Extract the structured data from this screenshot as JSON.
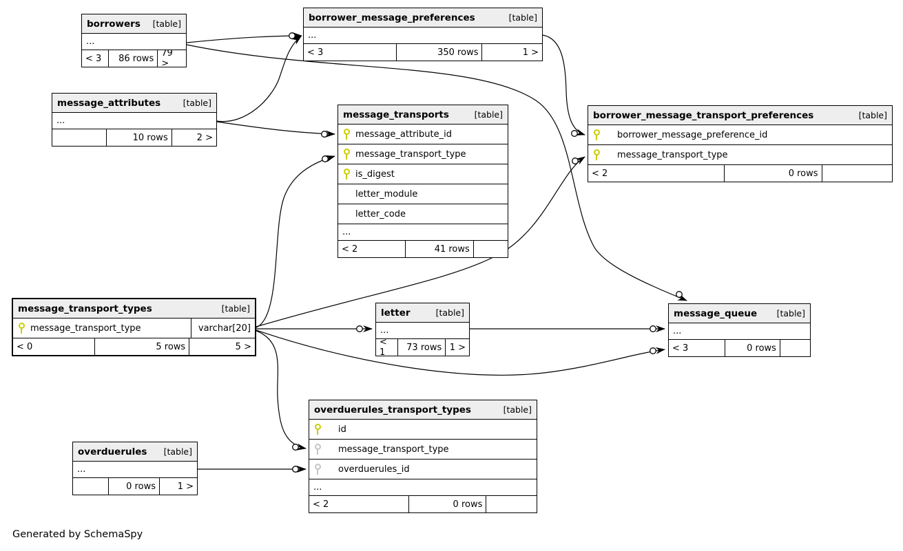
{
  "credit": "Generated by SchemaSpy",
  "colors": {
    "header_bg": "#eeeeee",
    "border": "#000000",
    "primary_key": "#cccc00",
    "foreign_key": "#c4c4c4",
    "background": "#ffffff"
  },
  "tables": {
    "borrowers": {
      "name": "borrowers",
      "tag": "[table]",
      "ellipsis": "...",
      "footer": [
        "< 3",
        "86 rows",
        "79 >"
      ]
    },
    "borrower_message_preferences": {
      "name": "borrower_message_preferences",
      "tag": "[table]",
      "ellipsis": "...",
      "footer": [
        "< 3",
        "350 rows",
        "1 >"
      ]
    },
    "message_attributes": {
      "name": "message_attributes",
      "tag": "[table]",
      "ellipsis": "...",
      "footer": [
        "",
        "10 rows",
        "2 >"
      ]
    },
    "message_transports": {
      "name": "message_transports",
      "tag": "[table]",
      "columns": [
        {
          "icon": "primary-key",
          "label": "message_attribute_id"
        },
        {
          "icon": "primary-key",
          "label": "message_transport_type"
        },
        {
          "icon": "primary-key",
          "label": "is_digest"
        },
        {
          "icon": "none",
          "label": "letter_module"
        },
        {
          "icon": "none",
          "label": "letter_code"
        }
      ],
      "ellipsis": "...",
      "footer": [
        "< 2",
        "41 rows",
        ""
      ]
    },
    "borrower_message_transport_preferences": {
      "name": "borrower_message_transport_preferences",
      "tag": "[table]",
      "columns": [
        {
          "icon": "primary-key",
          "label": "borrower_message_preference_id"
        },
        {
          "icon": "primary-key",
          "label": "message_transport_type"
        }
      ],
      "footer": [
        "< 2",
        "0 rows",
        ""
      ]
    },
    "message_transport_types": {
      "name": "message_transport_types",
      "tag": "[table]",
      "columns": [
        {
          "icon": "primary-key",
          "label": "message_transport_type",
          "type": "varchar[20]"
        }
      ],
      "footer": [
        "< 0",
        "5 rows",
        "5 >"
      ]
    },
    "letter": {
      "name": "letter",
      "tag": "[table]",
      "ellipsis": "...",
      "footer": [
        "< 1",
        "73 rows",
        "1 >"
      ]
    },
    "message_queue": {
      "name": "message_queue",
      "tag": "[table]",
      "ellipsis": "...",
      "footer": [
        "< 3",
        "0 rows",
        ""
      ]
    },
    "overduerules_transport_types": {
      "name": "overduerules_transport_types",
      "tag": "[table]",
      "columns": [
        {
          "icon": "primary-key",
          "label": "id"
        },
        {
          "icon": "foreign-key",
          "label": "message_transport_type"
        },
        {
          "icon": "foreign-key",
          "label": "overduerules_id"
        }
      ],
      "ellipsis": "...",
      "footer": [
        "< 2",
        "0 rows",
        ""
      ]
    },
    "overduerules": {
      "name": "overduerules",
      "tag": "[table]",
      "ellipsis": "...",
      "footer": [
        "",
        "0 rows",
        "1 >"
      ]
    }
  },
  "relationships": [
    {
      "parent": "borrowers",
      "child": "borrower_message_preferences"
    },
    {
      "parent": "message_attributes",
      "child": "borrower_message_preferences"
    },
    {
      "parent": "borrowers",
      "child": "message_queue"
    },
    {
      "parent": "message_attributes",
      "child": "message_transports",
      "child_column": "message_attribute_id"
    },
    {
      "parent": "message_transport_types",
      "child": "message_transports",
      "child_column": "message_transport_type"
    },
    {
      "parent": "message_transport_types",
      "child": "letter"
    },
    {
      "parent": "message_transport_types",
      "child": "borrower_message_transport_preferences",
      "child_column": "message_transport_type"
    },
    {
      "parent": "message_transport_types",
      "child": "message_queue"
    },
    {
      "parent": "message_transport_types",
      "child": "overduerules_transport_types",
      "child_column": "message_transport_type"
    },
    {
      "parent": "overduerules",
      "child": "overduerules_transport_types",
      "child_column": "overduerules_id"
    },
    {
      "parent": "borrower_message_preferences",
      "child": "borrower_message_transport_preferences",
      "child_column": "borrower_message_preference_id"
    },
    {
      "parent": "letter",
      "child": "message_queue"
    }
  ]
}
